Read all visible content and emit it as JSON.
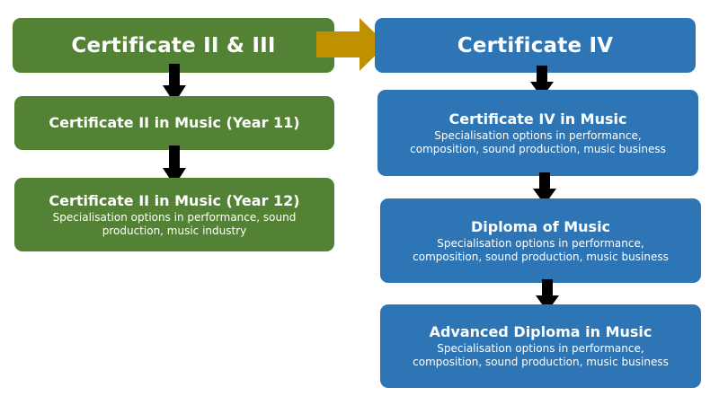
{
  "left": {
    "header": "Certificate II & III",
    "boxes": [
      {
        "title": "Certificate II in Music (Year 11)",
        "subtitle": ""
      },
      {
        "title": "Certificate II in Music (Year 12)",
        "subtitle": "Specialisation options in performance, sound\nproduction, music industry"
      }
    ]
  },
  "right": {
    "header": "Certificate IV",
    "boxes": [
      {
        "title": "Certificate IV in Music",
        "subtitle": "Specialisation options in performance,\ncomposition, sound production, music business"
      },
      {
        "title": "Diploma of Music",
        "subtitle": "Specialisation options in performance,\ncomposition, sound production, music business"
      },
      {
        "title": "Advanced Diploma in Music",
        "subtitle": "Specialisation options in performance,\ncomposition, sound production, music business"
      }
    ]
  },
  "colors": {
    "green": "#548235",
    "blue": "#2E75B6",
    "gold_arrow": "#BF9000",
    "down_arrow": "#000000"
  }
}
